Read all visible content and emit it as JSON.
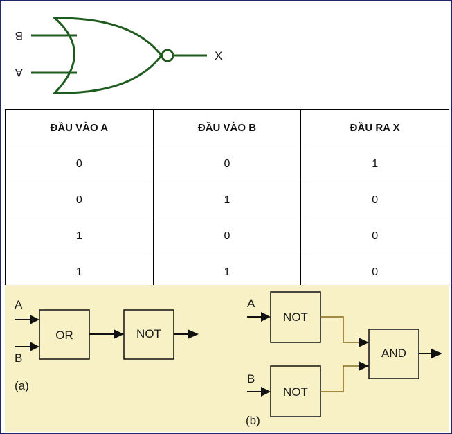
{
  "nor_gate": {
    "input_top": "B",
    "input_bottom": "A",
    "output": "X"
  },
  "table": {
    "headers": [
      "ĐẦU VÀO A",
      "ĐẦU VÀO B",
      "ĐẦU RA X"
    ],
    "rows": [
      [
        "0",
        "0",
        "1"
      ],
      [
        "0",
        "1",
        "0"
      ],
      [
        "1",
        "0",
        "0"
      ],
      [
        "1",
        "1",
        "0"
      ]
    ]
  },
  "diagram_a": {
    "input_a": "A",
    "input_b": "B",
    "or_block": "OR",
    "not_block": "NOT",
    "caption": "(a)"
  },
  "diagram_b": {
    "input_a": "A",
    "input_b": "B",
    "not_top": "NOT",
    "not_bottom": "NOT",
    "and_block": "AND",
    "caption": "(b)"
  },
  "colors": {
    "line": "#1f5a1f",
    "panel_bg": "#f7f1c5",
    "connector": "#8a6a1a"
  }
}
